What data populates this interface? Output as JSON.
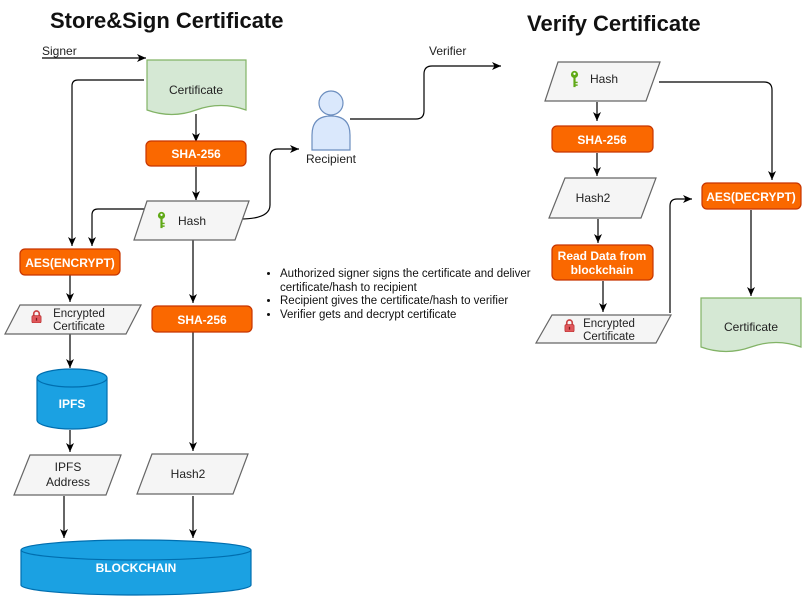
{
  "titles": {
    "store_sign": "Store&Sign Certificate",
    "verify": "Verify Certificate"
  },
  "left": {
    "signer_label": "Signer",
    "certificate": "Certificate",
    "sha256_top": "SHA-256",
    "hash": "Hash",
    "aes_encrypt": "AES(ENCRYPT)",
    "encrypted_line1": "Encrypted",
    "encrypted_line2": "Certificate",
    "sha256_bottom": "SHA-256",
    "ipfs": "IPFS",
    "ipfs_address_line1": "IPFS",
    "ipfs_address_line2": "Address",
    "hash2": "Hash2",
    "blockchain": "BLOCKCHAIN"
  },
  "middle": {
    "verifier_label": "Verifier",
    "recipient": "Recipient"
  },
  "notes": [
    "Authorized signer signs the certificate and deliver certificate/hash to recipient",
    "Recipient gives the certificate/hash to verifier",
    "Verifier gets and decrypt certificate"
  ],
  "right": {
    "hash": "Hash",
    "sha256": "SHA-256",
    "hash2": "Hash2",
    "read_line1": "Read Data from",
    "read_line2": "blockchain",
    "encrypted_line1": "Encrypted",
    "encrypted_line2": "Certificate",
    "aes_decrypt": "AES(DECRYPT)",
    "certificate": "Certificate"
  },
  "colors": {
    "orange_fill": "#fa6800",
    "orange_stroke": "#c73500",
    "blue_fill": "#1ba1e2",
    "blue_stroke": "#006eaf",
    "green_fill": "#d5e8d4",
    "green_stroke": "#82b366",
    "gray_fill": "#f5f5f5",
    "gray_stroke": "#666666",
    "person_fill": "#dae8fc",
    "person_stroke": "#6c8ebf"
  }
}
